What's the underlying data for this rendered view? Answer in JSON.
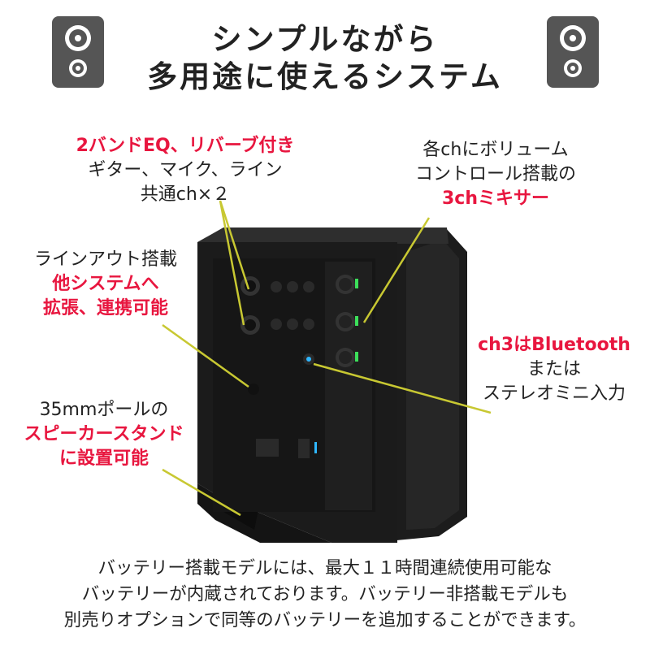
{
  "title": {
    "line1": "シンプルながら",
    "line2": "多用途に使えるシステム"
  },
  "icons": {
    "left": "speaker-icon",
    "right": "speaker-icon"
  },
  "callouts": {
    "eq": {
      "line1": "2バンドEQ、リバーブ付き",
      "line2": "ギター、マイク、ライン",
      "line3": "共通ch×２"
    },
    "mixer": {
      "line1": "各chにボリューム",
      "line2": "コントロール搭載の",
      "line3": "3chミキサー"
    },
    "lineout": {
      "line1": "ラインアウト搭載",
      "line2": "他システムへ",
      "line3": "拡張、連携可能"
    },
    "bluetooth": {
      "line1": "ch3はBluetooth",
      "line2": "または",
      "line3": "ステレオミニ入力"
    },
    "stand": {
      "line1": "35mmポールの",
      "line2": "スピーカースタンド",
      "line3": "に設置可能"
    }
  },
  "description": {
    "line1": "バッテリー搭載モデルには、最大１１時間連続使用可能な",
    "line2": "バッテリーが内蔵されております。バッテリー非搭載モデルも",
    "line3": "別売りオプションで同等のバッテリーを追加することができます。"
  },
  "colors": {
    "accent_red": "#e8163f",
    "callout_line": "#c8c832",
    "led_green": "#3ce05a",
    "led_blue": "#2fb7ff"
  }
}
